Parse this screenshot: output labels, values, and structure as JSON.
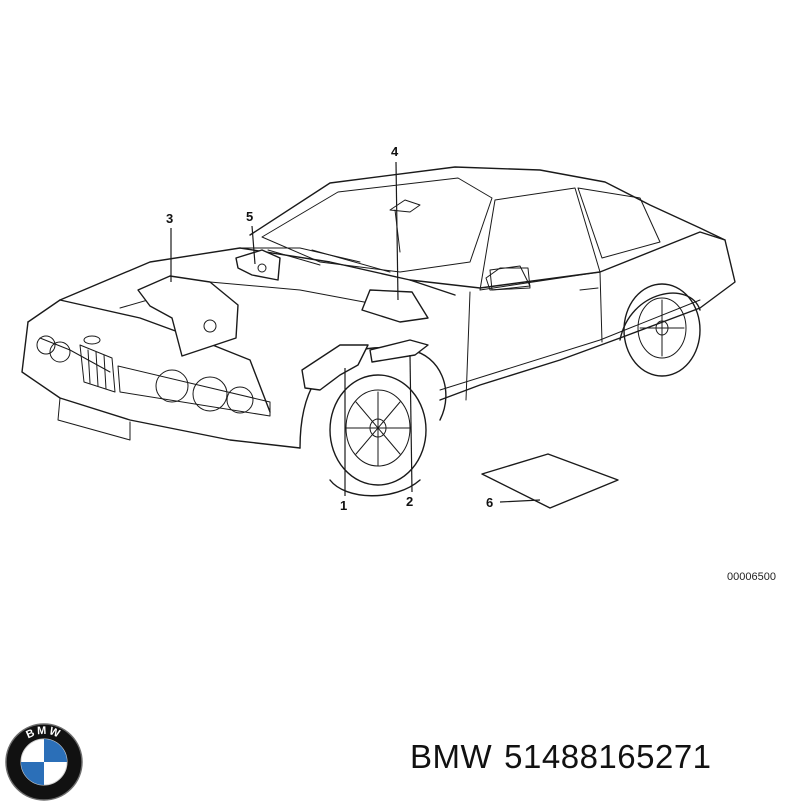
{
  "diagram": {
    "reference_number": "00006500",
    "callouts": [
      "1",
      "2",
      "3",
      "4",
      "5",
      "6"
    ]
  },
  "caption": {
    "brand": "BMW",
    "part_number": "51488165271"
  },
  "logo": {
    "letters": "BMW",
    "colors": {
      "ring": "#111111",
      "blue": "#2b6fb8",
      "white": "#ffffff"
    }
  }
}
